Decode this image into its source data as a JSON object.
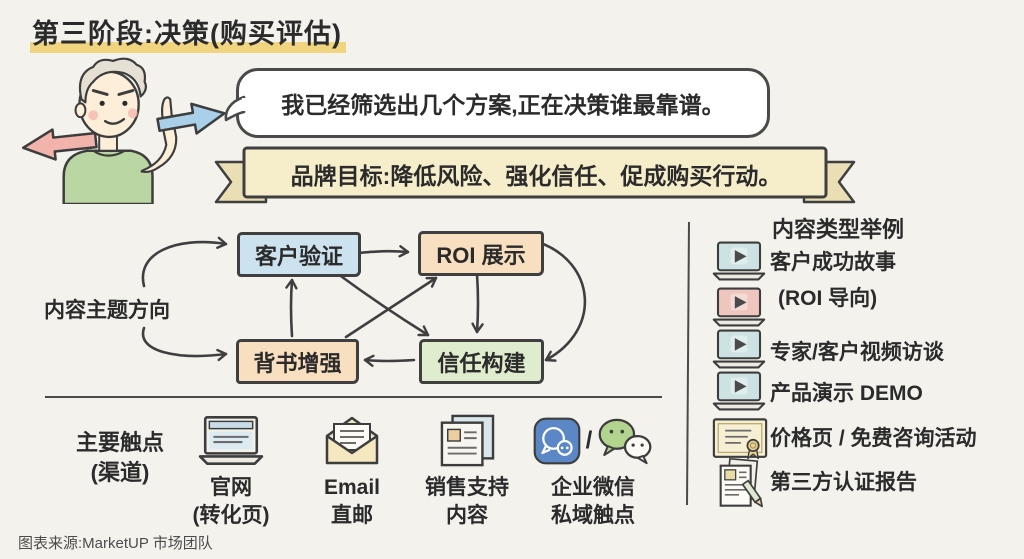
{
  "page": {
    "title": "第三阶段:决策(购买评估)",
    "source": "图表来源:MarketUP 市场团队"
  },
  "persona": {
    "speech_bubble": "我已经筛选出几个方案,正在决策谁最靠谱。",
    "goal_banner": "品牌目标:降低风险、强化信任、促成购买行动。"
  },
  "flow": {
    "label": "内容主题方向",
    "nodes": [
      {
        "id": "customer-validation",
        "label": "客户验证",
        "color": "#cde2ef"
      },
      {
        "id": "roi-display",
        "label": "ROI 展示",
        "color": "#f8dfc0"
      },
      {
        "id": "endorsement-boost",
        "label": "背书增强",
        "color": "#f8dfc0"
      },
      {
        "id": "trust-building",
        "label": "信任构建",
        "color": "#dfecce"
      }
    ],
    "edges": [
      "客户验证→ROI 展示",
      "背书增强→客户验证",
      "ROI 展示→信任构建",
      "信任构建→背书增强",
      "客户验证→信任构建",
      "背书增强→ROI 展示",
      "ROI 展示→信任构建(外侧弧线)"
    ]
  },
  "examples": {
    "header": "内容类型举例",
    "items": [
      {
        "line1": "客户成功故事",
        "line2": "(ROI 导向)",
        "icons": [
          "video-laptop-teal",
          "video-laptop-pink"
        ]
      },
      {
        "label": "专家/客户视频访谈",
        "icon": "video-laptop-teal"
      },
      {
        "label": "产品演示 DEMO",
        "icon": "video-laptop-teal"
      },
      {
        "label": "价格页 / 免费咨询活动",
        "icon": "certificate"
      },
      {
        "label": "第三方认证报告",
        "icon": "report-pencil"
      }
    ]
  },
  "touchpoints": {
    "label1": "主要触点",
    "label2": "(渠道)",
    "items": [
      {
        "line1": "官网",
        "line2": "(转化页)",
        "icon": "browser-laptop"
      },
      {
        "line1": "Email",
        "line2": "直邮",
        "icon": "envelope"
      },
      {
        "line1": "销售支持",
        "line2": "内容",
        "icon": "documents"
      },
      {
        "line1": "企业微信",
        "line2": "私域触点",
        "icon": "wecom-and-wechat",
        "separator": "/"
      }
    ]
  },
  "colors": {
    "background": "#f3f2ed",
    "ink": "#3d3d3d",
    "highlight_yellow": "#f0cd64",
    "ribbon_fill": "#f6eecb",
    "ribbon_end_fill": "#eadfb4",
    "node_blue": "#cde2ef",
    "node_peach": "#f8dfc0",
    "node_green": "#dfecce",
    "arrow_pink": "#f1b3ab",
    "arrow_blue": "#a9cfe9",
    "shirt_green": "#b9d6a3",
    "wecom_blue": "#5b87c6",
    "wechat_green": "#b2d48e",
    "video_screen_teal": "#cde3e3",
    "video_screen_pink": "#eec6bd"
  }
}
